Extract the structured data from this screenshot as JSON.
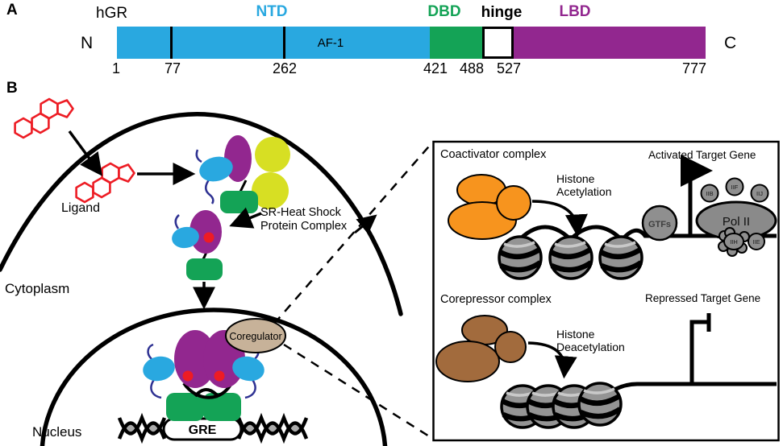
{
  "panel_a": {
    "label": "A",
    "protein_name": "hGR",
    "n_terminus": "N",
    "c_terminus": "C",
    "domains": [
      {
        "name": "NTD",
        "color": "#29A8E0"
      },
      {
        "name": "DBD",
        "color": "#14A356"
      },
      {
        "name": "hinge",
        "color": "#FFFFFF"
      },
      {
        "name": "LBD",
        "color": "#92278F"
      }
    ],
    "af1_label": "AF-1",
    "residues": [
      "1",
      "77",
      "262",
      "421",
      "488",
      "527",
      "777"
    ]
  },
  "panel_b": {
    "label": "B",
    "ligand_label": "Ligand",
    "sr_hsp_label": "SR-Heat Shock\nProtein Complex",
    "cytoplasm_label": "Cytoplasm",
    "nucleus_label": "Nucleus",
    "coregulator_label": "Coregulator",
    "gre_label": "GRE",
    "inset": {
      "coactivator_title": "Coactivator complex",
      "histone_acetylation": "Histone\nAcetylation",
      "activated_gene_label": "Activated Target Gene",
      "gtfs_label": "GTFs",
      "pol2_label": "Pol II",
      "gtf_subunits_top": [
        "IIB",
        "IIF",
        "IIJ"
      ],
      "gtf_subunits_bottom": [
        "IIH",
        "IIE"
      ],
      "corepressor_title": "Corepressor complex",
      "histone_deacetylation": "Histone\nDeacetylation",
      "repressed_gene_label": "Repressed Target Gene"
    },
    "palette": {
      "ntd_blue": "#29A8E0",
      "dbd_green": "#14A356",
      "lbd_purple": "#92278F",
      "hsp_yellow": "#D7DF23",
      "ligand_red": "#ED1C24",
      "coactivator_orange": "#F7941E",
      "corepressor_brown": "#A26B3D",
      "coregulator_tan": "#C7B299",
      "nucleosome_gray": "#949494",
      "squiggle_navy": "#2E3192"
    }
  }
}
